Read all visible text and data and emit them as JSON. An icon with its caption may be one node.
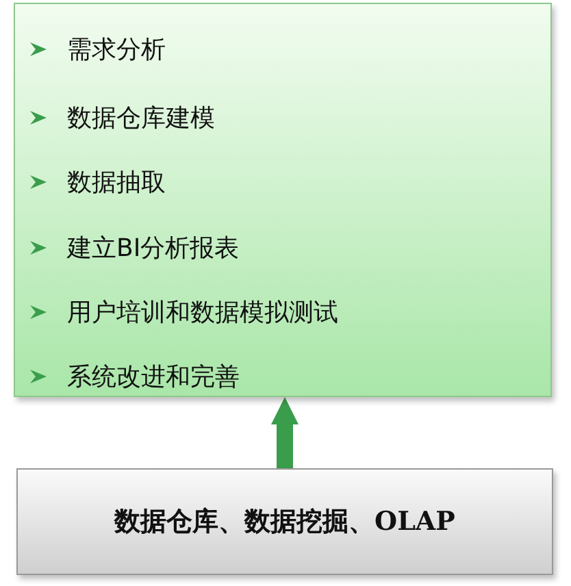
{
  "diagram": {
    "nodes": [
      {
        "text": [
          "需求分析",
          "数据仓库建模",
          "数据抽取",
          "建立BI分析报表",
          "用户培训和数据模拟测试",
          "系统改进和完善"
        ]
      },
      {
        "text": [
          "数据仓库、数据挖掘、OLAP"
        ]
      }
    ],
    "edges": [
      {
        "from": 1,
        "to": 0,
        "arrow": "to"
      }
    ]
  }
}
